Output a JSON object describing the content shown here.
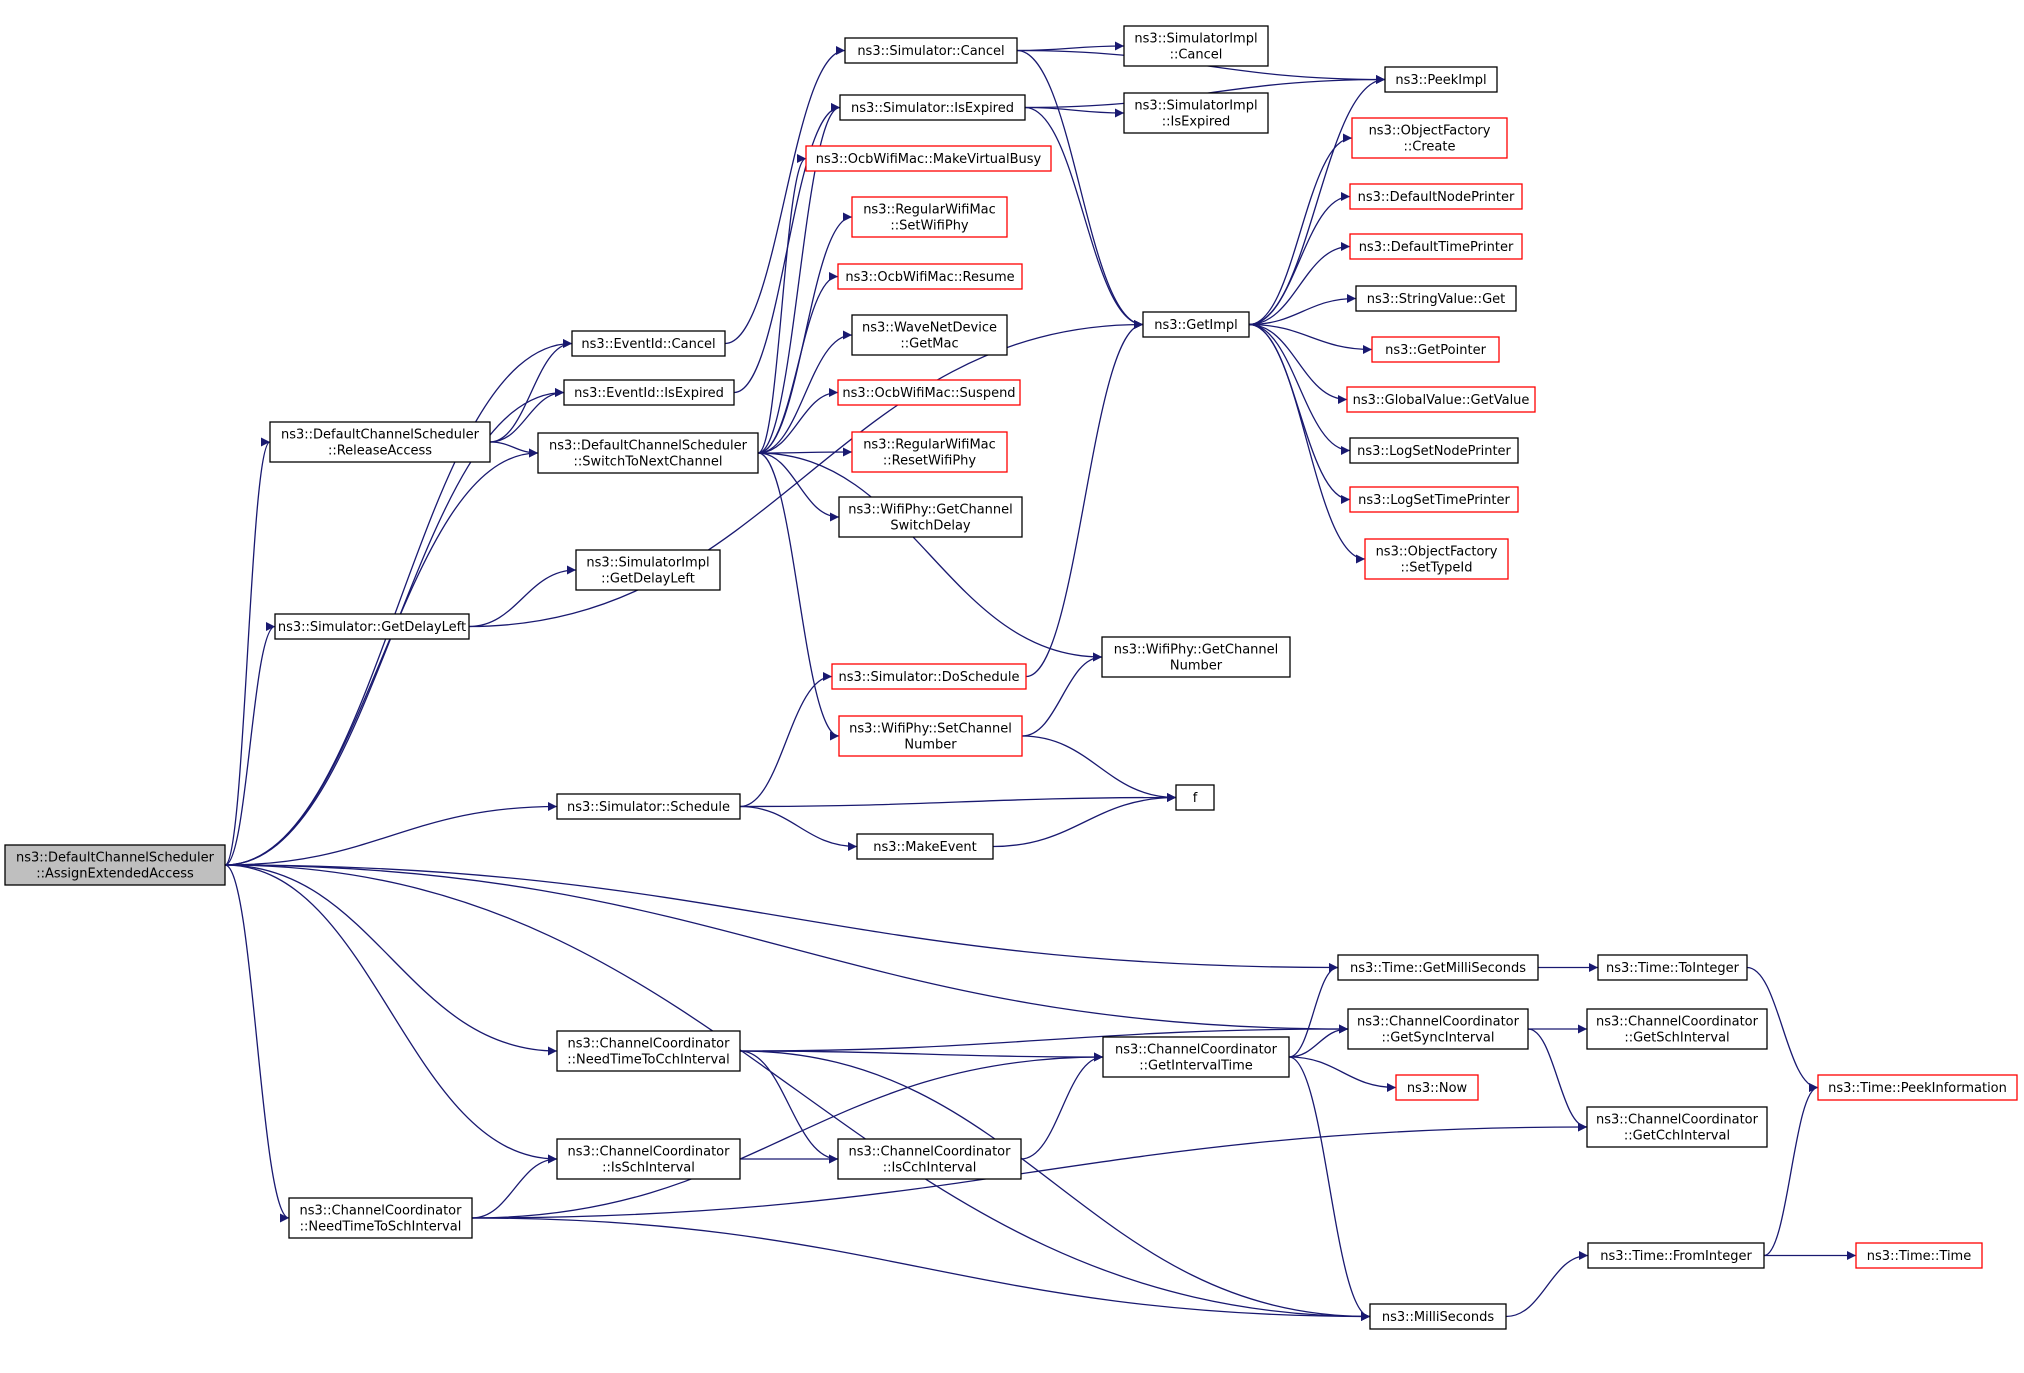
{
  "colors": {
    "edge": "#191970",
    "node_border": "#000000",
    "node_border_undocumented": "#ff0000",
    "node_fill": "#ffffff",
    "root_fill": "#bfbfbf"
  },
  "nodes": [
    {
      "id": "root",
      "lines": [
        "ns3::DefaultChannelScheduler",
        "::AssignExtendedAccess"
      ],
      "kind": "root"
    },
    {
      "id": "eventid_cancel",
      "lines": [
        "ns3::EventId::Cancel"
      ],
      "kind": "normal"
    },
    {
      "id": "eventid_isexpired",
      "lines": [
        "ns3::EventId::IsExpired"
      ],
      "kind": "normal"
    },
    {
      "id": "release_access",
      "lines": [
        "ns3::DefaultChannelScheduler",
        "::ReleaseAccess"
      ],
      "kind": "normal"
    },
    {
      "id": "switch_next",
      "lines": [
        "ns3::DefaultChannelScheduler",
        "::SwitchToNextChannel"
      ],
      "kind": "normal"
    },
    {
      "id": "getdelayleft",
      "lines": [
        "ns3::Simulator::GetDelayLeft"
      ],
      "kind": "normal"
    },
    {
      "id": "simimpl_getdelayleft",
      "lines": [
        "ns3::SimulatorImpl",
        "::GetDelayLeft"
      ],
      "kind": "normal"
    },
    {
      "id": "sim_schedule",
      "lines": [
        "ns3::Simulator::Schedule"
      ],
      "kind": "normal"
    },
    {
      "id": "sim_cancel",
      "lines": [
        "ns3::Simulator::Cancel"
      ],
      "kind": "normal"
    },
    {
      "id": "sim_isexpired",
      "lines": [
        "ns3::Simulator::IsExpired"
      ],
      "kind": "normal"
    },
    {
      "id": "simimpl_cancel",
      "lines": [
        "ns3::SimulatorImpl",
        "::Cancel"
      ],
      "kind": "normal"
    },
    {
      "id": "simimpl_isexpired",
      "lines": [
        "ns3::SimulatorImpl",
        "::IsExpired"
      ],
      "kind": "normal"
    },
    {
      "id": "peekimpl",
      "lines": [
        "ns3::PeekImpl"
      ],
      "kind": "normal"
    },
    {
      "id": "objfactory_create",
      "lines": [
        "ns3::ObjectFactory",
        "::Create"
      ],
      "kind": "red"
    },
    {
      "id": "default_node_printer",
      "lines": [
        "ns3::DefaultNodePrinter"
      ],
      "kind": "red"
    },
    {
      "id": "default_time_printer",
      "lines": [
        "ns3::DefaultTimePrinter"
      ],
      "kind": "red"
    },
    {
      "id": "stringvalue_get",
      "lines": [
        "ns3::StringValue::Get"
      ],
      "kind": "normal"
    },
    {
      "id": "getpointer",
      "lines": [
        "ns3::GetPointer"
      ],
      "kind": "red"
    },
    {
      "id": "globalvalue_getvalue",
      "lines": [
        "ns3::GlobalValue::GetValue"
      ],
      "kind": "red"
    },
    {
      "id": "logsetnodeprinter",
      "lines": [
        "ns3::LogSetNodePrinter"
      ],
      "kind": "normal"
    },
    {
      "id": "logsettimeprinter",
      "lines": [
        "ns3::LogSetTimePrinter"
      ],
      "kind": "red"
    },
    {
      "id": "objfactory_settypeid",
      "lines": [
        "ns3::ObjectFactory",
        "::SetTypeId"
      ],
      "kind": "red"
    },
    {
      "id": "getimpl",
      "lines": [
        "ns3::GetImpl"
      ],
      "kind": "normal"
    },
    {
      "id": "ocb_makevirtualbusy",
      "lines": [
        "ns3::OcbWifiMac::MakeVirtualBusy"
      ],
      "kind": "red"
    },
    {
      "id": "regular_setwifiphy",
      "lines": [
        "ns3::RegularWifiMac",
        "::SetWifiPhy"
      ],
      "kind": "red"
    },
    {
      "id": "ocb_resume",
      "lines": [
        "ns3::OcbWifiMac::Resume"
      ],
      "kind": "red"
    },
    {
      "id": "wave_getmac",
      "lines": [
        "ns3::WaveNetDevice",
        "::GetMac"
      ],
      "kind": "normal"
    },
    {
      "id": "ocb_suspend",
      "lines": [
        "ns3::OcbWifiMac::Suspend"
      ],
      "kind": "red"
    },
    {
      "id": "regular_resetwifiphy",
      "lines": [
        "ns3::RegularWifiMac",
        "::ResetWifiPhy"
      ],
      "kind": "red"
    },
    {
      "id": "wifiphy_getswitchdelay",
      "lines": [
        "ns3::WifiPhy::GetChannel",
        "SwitchDelay"
      ],
      "kind": "normal"
    },
    {
      "id": "wifiphy_getchannelnumber",
      "lines": [
        "ns3::WifiPhy::GetChannel",
        "Number"
      ],
      "kind": "normal"
    },
    {
      "id": "sim_doschedule",
      "lines": [
        "ns3::Simulator::DoSchedule"
      ],
      "kind": "red"
    },
    {
      "id": "wifiphy_setchannelnumber",
      "lines": [
        "ns3::WifiPhy::SetChannel",
        "Number"
      ],
      "kind": "red"
    },
    {
      "id": "f",
      "lines": [
        "f"
      ],
      "kind": "normal"
    },
    {
      "id": "makeevent",
      "lines": [
        "ns3::MakeEvent"
      ],
      "kind": "normal"
    },
    {
      "id": "time_getmilliseconds",
      "lines": [
        "ns3::Time::GetMilliSeconds"
      ],
      "kind": "normal"
    },
    {
      "id": "time_tointeger",
      "lines": [
        "ns3::Time::ToInteger"
      ],
      "kind": "normal"
    },
    {
      "id": "cc_getsyncinterval",
      "lines": [
        "ns3::ChannelCoordinator",
        "::GetSyncInterval"
      ],
      "kind": "normal"
    },
    {
      "id": "cc_getschinterval",
      "lines": [
        "ns3::ChannelCoordinator",
        "::GetSchInterval"
      ],
      "kind": "normal"
    },
    {
      "id": "cc_needtimetocch",
      "lines": [
        "ns3::ChannelCoordinator",
        "::NeedTimeToCchInterval"
      ],
      "kind": "normal"
    },
    {
      "id": "cc_getintervaltime",
      "lines": [
        "ns3::ChannelCoordinator",
        "::GetIntervalTime"
      ],
      "kind": "normal"
    },
    {
      "id": "now",
      "lines": [
        "ns3::Now"
      ],
      "kind": "red"
    },
    {
      "id": "time_peekinformation",
      "lines": [
        "ns3::Time::PeekInformation"
      ],
      "kind": "red"
    },
    {
      "id": "cc_getcchinterval",
      "lines": [
        "ns3::ChannelCoordinator",
        "::GetCchInterval"
      ],
      "kind": "normal"
    },
    {
      "id": "cc_isschinterval",
      "lines": [
        "ns3::ChannelCoordinator",
        "::IsSchInterval"
      ],
      "kind": "normal"
    },
    {
      "id": "cc_iscchinterval",
      "lines": [
        "ns3::ChannelCoordinator",
        "::IsCchInterval"
      ],
      "kind": "normal"
    },
    {
      "id": "cc_needtimetosch",
      "lines": [
        "ns3::ChannelCoordinator",
        "::NeedTimeToSchInterval"
      ],
      "kind": "normal"
    },
    {
      "id": "time_frominteger",
      "lines": [
        "ns3::Time::FromInteger"
      ],
      "kind": "normal"
    },
    {
      "id": "time_time",
      "lines": [
        "ns3::Time::Time"
      ],
      "kind": "red"
    },
    {
      "id": "milliseconds",
      "lines": [
        "ns3::MilliSeconds"
      ],
      "kind": "normal"
    }
  ],
  "edges": [
    [
      "root",
      "eventid_cancel"
    ],
    [
      "root",
      "eventid_isexpired"
    ],
    [
      "root",
      "release_access"
    ],
    [
      "root",
      "switch_next"
    ],
    [
      "root",
      "getdelayleft"
    ],
    [
      "root",
      "sim_schedule"
    ],
    [
      "root",
      "time_getmilliseconds"
    ],
    [
      "root",
      "cc_getsyncinterval"
    ],
    [
      "root",
      "cc_needtimetocch"
    ],
    [
      "root",
      "cc_isschinterval"
    ],
    [
      "root",
      "cc_needtimetosch"
    ],
    [
      "root",
      "milliseconds"
    ],
    [
      "eventid_cancel",
      "sim_cancel"
    ],
    [
      "eventid_isexpired",
      "sim_isexpired"
    ],
    [
      "release_access",
      "eventid_cancel"
    ],
    [
      "release_access",
      "eventid_isexpired"
    ],
    [
      "release_access",
      "switch_next"
    ],
    [
      "sim_cancel",
      "simimpl_cancel"
    ],
    [
      "sim_cancel",
      "peekimpl"
    ],
    [
      "sim_cancel",
      "getimpl"
    ],
    [
      "sim_isexpired",
      "simimpl_isexpired"
    ],
    [
      "sim_isexpired",
      "peekimpl"
    ],
    [
      "sim_isexpired",
      "getimpl"
    ],
    [
      "switch_next",
      "ocb_makevirtualbusy"
    ],
    [
      "switch_next",
      "regular_setwifiphy"
    ],
    [
      "switch_next",
      "ocb_resume"
    ],
    [
      "switch_next",
      "wave_getmac"
    ],
    [
      "switch_next",
      "ocb_suspend"
    ],
    [
      "switch_next",
      "regular_resetwifiphy"
    ],
    [
      "switch_next",
      "wifiphy_getswitchdelay"
    ],
    [
      "switch_next",
      "wifiphy_getchannelnumber"
    ],
    [
      "switch_next",
      "wifiphy_setchannelnumber"
    ],
    [
      "switch_next",
      "sim_isexpired"
    ],
    [
      "getdelayleft",
      "simimpl_getdelayleft"
    ],
    [
      "getdelayleft",
      "getimpl"
    ],
    [
      "getimpl",
      "peekimpl"
    ],
    [
      "getimpl",
      "objfactory_create"
    ],
    [
      "getimpl",
      "default_node_printer"
    ],
    [
      "getimpl",
      "default_time_printer"
    ],
    [
      "getimpl",
      "stringvalue_get"
    ],
    [
      "getimpl",
      "getpointer"
    ],
    [
      "getimpl",
      "globalvalue_getvalue"
    ],
    [
      "getimpl",
      "logsetnodeprinter"
    ],
    [
      "getimpl",
      "logsettimeprinter"
    ],
    [
      "getimpl",
      "objfactory_settypeid"
    ],
    [
      "sim_doschedule",
      "getimpl"
    ],
    [
      "sim_schedule",
      "sim_doschedule"
    ],
    [
      "sim_schedule",
      "f"
    ],
    [
      "sim_schedule",
      "makeevent"
    ],
    [
      "makeevent",
      "f"
    ],
    [
      "wifiphy_setchannelnumber",
      "wifiphy_getchannelnumber"
    ],
    [
      "wifiphy_setchannelnumber",
      "f"
    ],
    [
      "time_getmilliseconds",
      "time_tointeger"
    ],
    [
      "time_tointeger",
      "time_peekinformation"
    ],
    [
      "cc_getsyncinterval",
      "cc_getschinterval"
    ],
    [
      "cc_getsyncinterval",
      "cc_getcchinterval"
    ],
    [
      "cc_needtimetocch",
      "cc_getsyncinterval"
    ],
    [
      "cc_needtimetocch",
      "cc_getintervaltime"
    ],
    [
      "cc_needtimetocch",
      "cc_iscchinterval"
    ],
    [
      "cc_needtimetocch",
      "milliseconds"
    ],
    [
      "cc_getintervaltime",
      "time_getmilliseconds"
    ],
    [
      "cc_getintervaltime",
      "cc_getsyncinterval"
    ],
    [
      "cc_getintervaltime",
      "now"
    ],
    [
      "cc_getintervaltime",
      "milliseconds"
    ],
    [
      "cc_isschinterval",
      "cc_iscchinterval"
    ],
    [
      "cc_iscchinterval",
      "cc_getintervaltime"
    ],
    [
      "cc_needtimetosch",
      "cc_isschinterval"
    ],
    [
      "cc_needtimetosch",
      "cc_getintervaltime"
    ],
    [
      "cc_needtimetosch",
      "cc_getcchinterval"
    ],
    [
      "cc_needtimetosch",
      "milliseconds"
    ],
    [
      "milliseconds",
      "time_frominteger"
    ],
    [
      "time_frominteger",
      "time_peekinformation"
    ],
    [
      "time_frominteger",
      "time_time"
    ]
  ]
}
